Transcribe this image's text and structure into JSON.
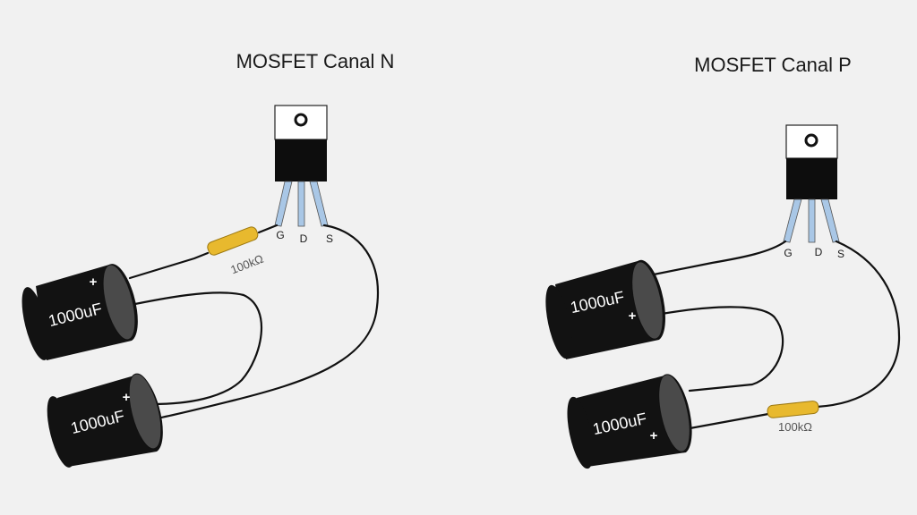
{
  "colors": {
    "background": "#f1f1f1",
    "capacitor_body": "#121212",
    "capacitor_end": "#4a4a4a",
    "resistor": "#e8b92e",
    "mosfet_body": "#0d0d0d",
    "mosfet_tab": "#ffffff",
    "mosfet_legs": "#a9c7e6"
  },
  "n_channel": {
    "title": "MOSFET Canal N",
    "pins": {
      "gate": "G",
      "drain": "D",
      "source": "S"
    },
    "resistor_label": "100kΩ",
    "capacitor_top": {
      "value": "1000uF",
      "polarity": "+"
    },
    "capacitor_bottom": {
      "value": "1000uF",
      "polarity": "+"
    }
  },
  "p_channel": {
    "title": "MOSFET Canal P",
    "pins": {
      "gate": "G",
      "drain": "D",
      "source": "S"
    },
    "resistor_label": "100kΩ",
    "capacitor_top": {
      "value": "1000uF",
      "polarity": "+"
    },
    "capacitor_bottom": {
      "value": "1000uF",
      "polarity": "+"
    }
  }
}
